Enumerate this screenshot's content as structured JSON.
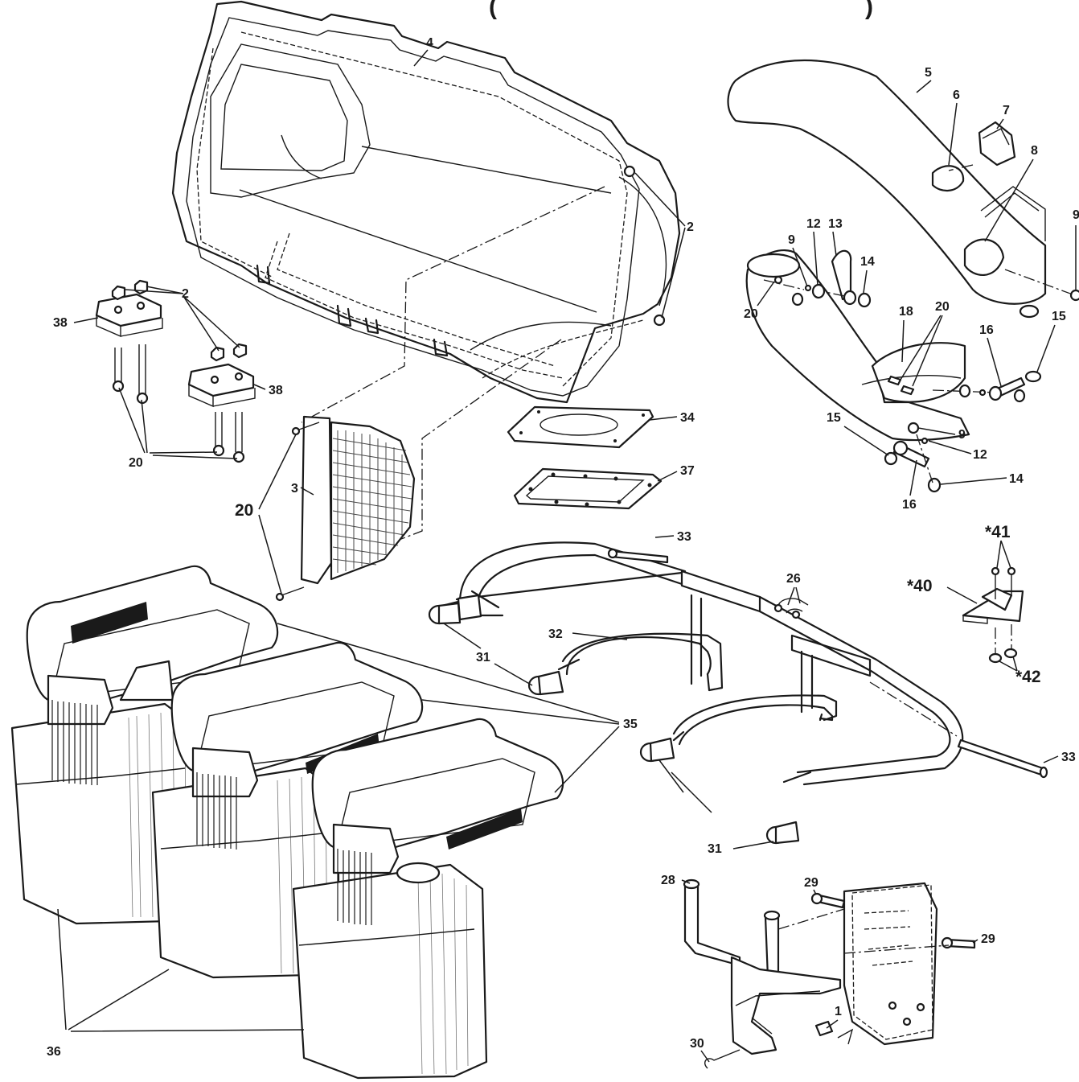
{
  "header": {
    "title_fragment": "(",
    "title_fragment_end": ")"
  },
  "callouts": [
    {
      "id": "c4",
      "text": "4"
    },
    {
      "id": "c5",
      "text": "5"
    },
    {
      "id": "c6",
      "text": "6"
    },
    {
      "id": "c7",
      "text": "7"
    },
    {
      "id": "c8",
      "text": "8"
    },
    {
      "id": "c9a",
      "text": "9"
    },
    {
      "id": "c9b",
      "text": "9"
    },
    {
      "id": "c9c",
      "text": "9"
    },
    {
      "id": "c2a",
      "text": "2"
    },
    {
      "id": "c2b",
      "text": "2"
    },
    {
      "id": "c12a",
      "text": "12"
    },
    {
      "id": "c12b",
      "text": "12"
    },
    {
      "id": "c13",
      "text": "13"
    },
    {
      "id": "c14a",
      "text": "14"
    },
    {
      "id": "c14b",
      "text": "14"
    },
    {
      "id": "c15a",
      "text": "15"
    },
    {
      "id": "c15b",
      "text": "15"
    },
    {
      "id": "c16a",
      "text": "16"
    },
    {
      "id": "c16b",
      "text": "16"
    },
    {
      "id": "c18",
      "text": "18"
    },
    {
      "id": "c20a",
      "text": "20"
    },
    {
      "id": "c20b",
      "text": "20"
    },
    {
      "id": "c20c",
      "text": "20"
    },
    {
      "id": "c20d",
      "text": "20"
    },
    {
      "id": "c38a",
      "text": "38"
    },
    {
      "id": "c38b",
      "text": "38"
    },
    {
      "id": "c3",
      "text": "3"
    },
    {
      "id": "c34",
      "text": "34"
    },
    {
      "id": "c37",
      "text": "37"
    },
    {
      "id": "c33a",
      "text": "33"
    },
    {
      "id": "c33b",
      "text": "33"
    },
    {
      "id": "c26",
      "text": "26"
    },
    {
      "id": "c32",
      "text": "32"
    },
    {
      "id": "c31a",
      "text": "31"
    },
    {
      "id": "c31b",
      "text": "31"
    },
    {
      "id": "c35",
      "text": "35"
    },
    {
      "id": "c36",
      "text": "36"
    },
    {
      "id": "c40",
      "text": "*40"
    },
    {
      "id": "c41",
      "text": "*41"
    },
    {
      "id": "c42",
      "text": "*42"
    },
    {
      "id": "c28",
      "text": "28"
    },
    {
      "id": "c29a",
      "text": "29"
    },
    {
      "id": "c29b",
      "text": "29"
    },
    {
      "id": "c30",
      "text": "30"
    },
    {
      "id": "c1",
      "text": "1"
    }
  ]
}
